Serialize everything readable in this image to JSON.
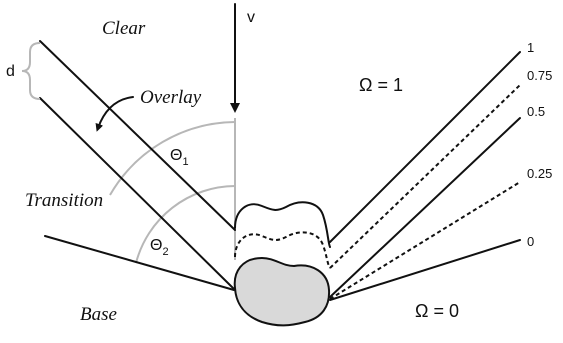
{
  "regions": {
    "clear": "Clear",
    "overlay": "Overlay",
    "transition": "Transition",
    "base": "Base"
  },
  "symbols": {
    "d": "d",
    "v": "v",
    "theta1": "Θ",
    "theta1_sub": "1",
    "theta2": "Θ",
    "theta2_sub": "2"
  },
  "omega": {
    "top": "Ω = 1",
    "bottom": "Ω = 0"
  },
  "levels": [
    {
      "label": "1",
      "value": 1,
      "style": "solid"
    },
    {
      "label": "0.75",
      "value": 0.75,
      "style": "dashed"
    },
    {
      "label": "0.5",
      "value": 0.5,
      "style": "solid"
    },
    {
      "label": "0.25",
      "value": 0.25,
      "style": "dashed"
    },
    {
      "label": "0",
      "value": 0,
      "style": "solid"
    }
  ]
}
